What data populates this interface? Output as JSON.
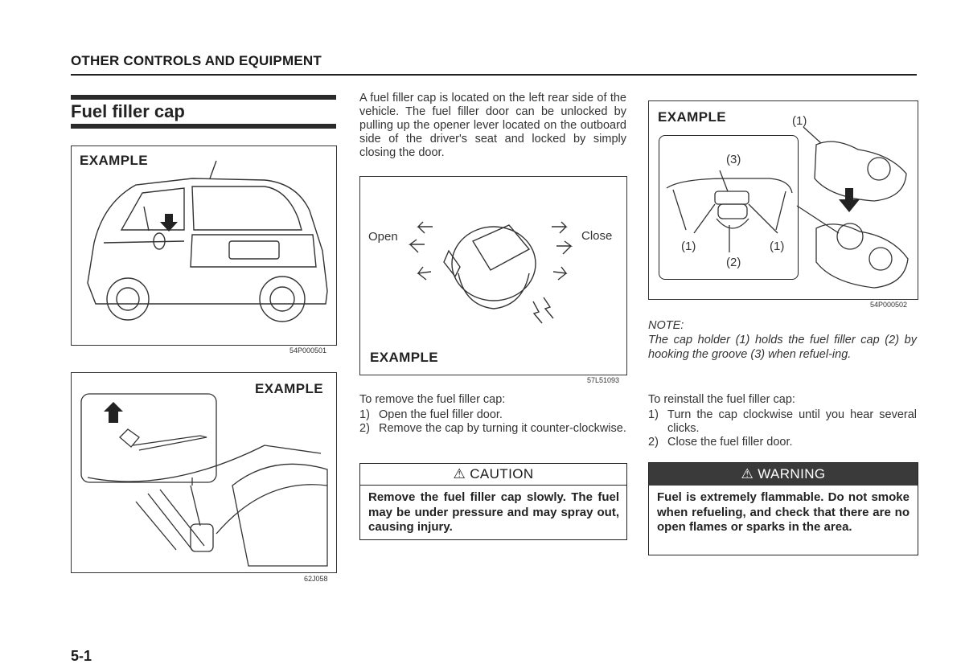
{
  "header": {
    "title": "OTHER CONTROLS AND EQUIPMENT"
  },
  "section": {
    "title": "Fuel filler cap"
  },
  "figures": {
    "car": {
      "label": "EXAMPLE",
      "code": "54P000501"
    },
    "opener": {
      "label": "EXAMPLE",
      "code": "62J058"
    },
    "cap": {
      "label": "EXAMPLE",
      "code": "57L51093",
      "open_label": "Open",
      "close_label": "Close"
    },
    "holder": {
      "label": "EXAMPLE",
      "code": "54P000502",
      "callouts": [
        "(1)",
        "(3)",
        "(1)",
        "(1)",
        "(2)"
      ]
    }
  },
  "intro_text": "A fuel filler cap is located on the left rear side of the vehicle. The fuel filler door can be unlocked by pulling up the opener lever located on the outboard side of the driver's seat and locked by simply closing the door.",
  "remove": {
    "heading": "To remove the fuel filler cap:",
    "steps": [
      {
        "num": "1)",
        "text": "Open the fuel filler door."
      },
      {
        "num": "2)",
        "text": "Remove the cap by turning it counter-clockwise."
      }
    ]
  },
  "note": {
    "label": "NOTE:",
    "text": "The cap holder (1) holds the fuel filler cap (2) by hooking the groove (3) when refuel-ing."
  },
  "reinstall": {
    "heading": "To reinstall the fuel filler cap:",
    "steps": [
      {
        "num": "1)",
        "text": "Turn the cap clockwise until you hear several clicks."
      },
      {
        "num": "2)",
        "text": "Close the fuel filler door."
      }
    ]
  },
  "caution": {
    "title": "CAUTION",
    "text": "Remove the fuel filler cap slowly. The fuel may be under pressure and may spray out, causing injury."
  },
  "warning": {
    "title": "WARNING",
    "text": "Fuel is extremely flammable. Do not smoke when refueling, and check that there are no open flames or sparks in the area."
  },
  "page": {
    "number": "5-1"
  },
  "colors": {
    "rule": "#222222",
    "warning_bg": "#3a3a3a",
    "warning_text": "#ffffff"
  }
}
